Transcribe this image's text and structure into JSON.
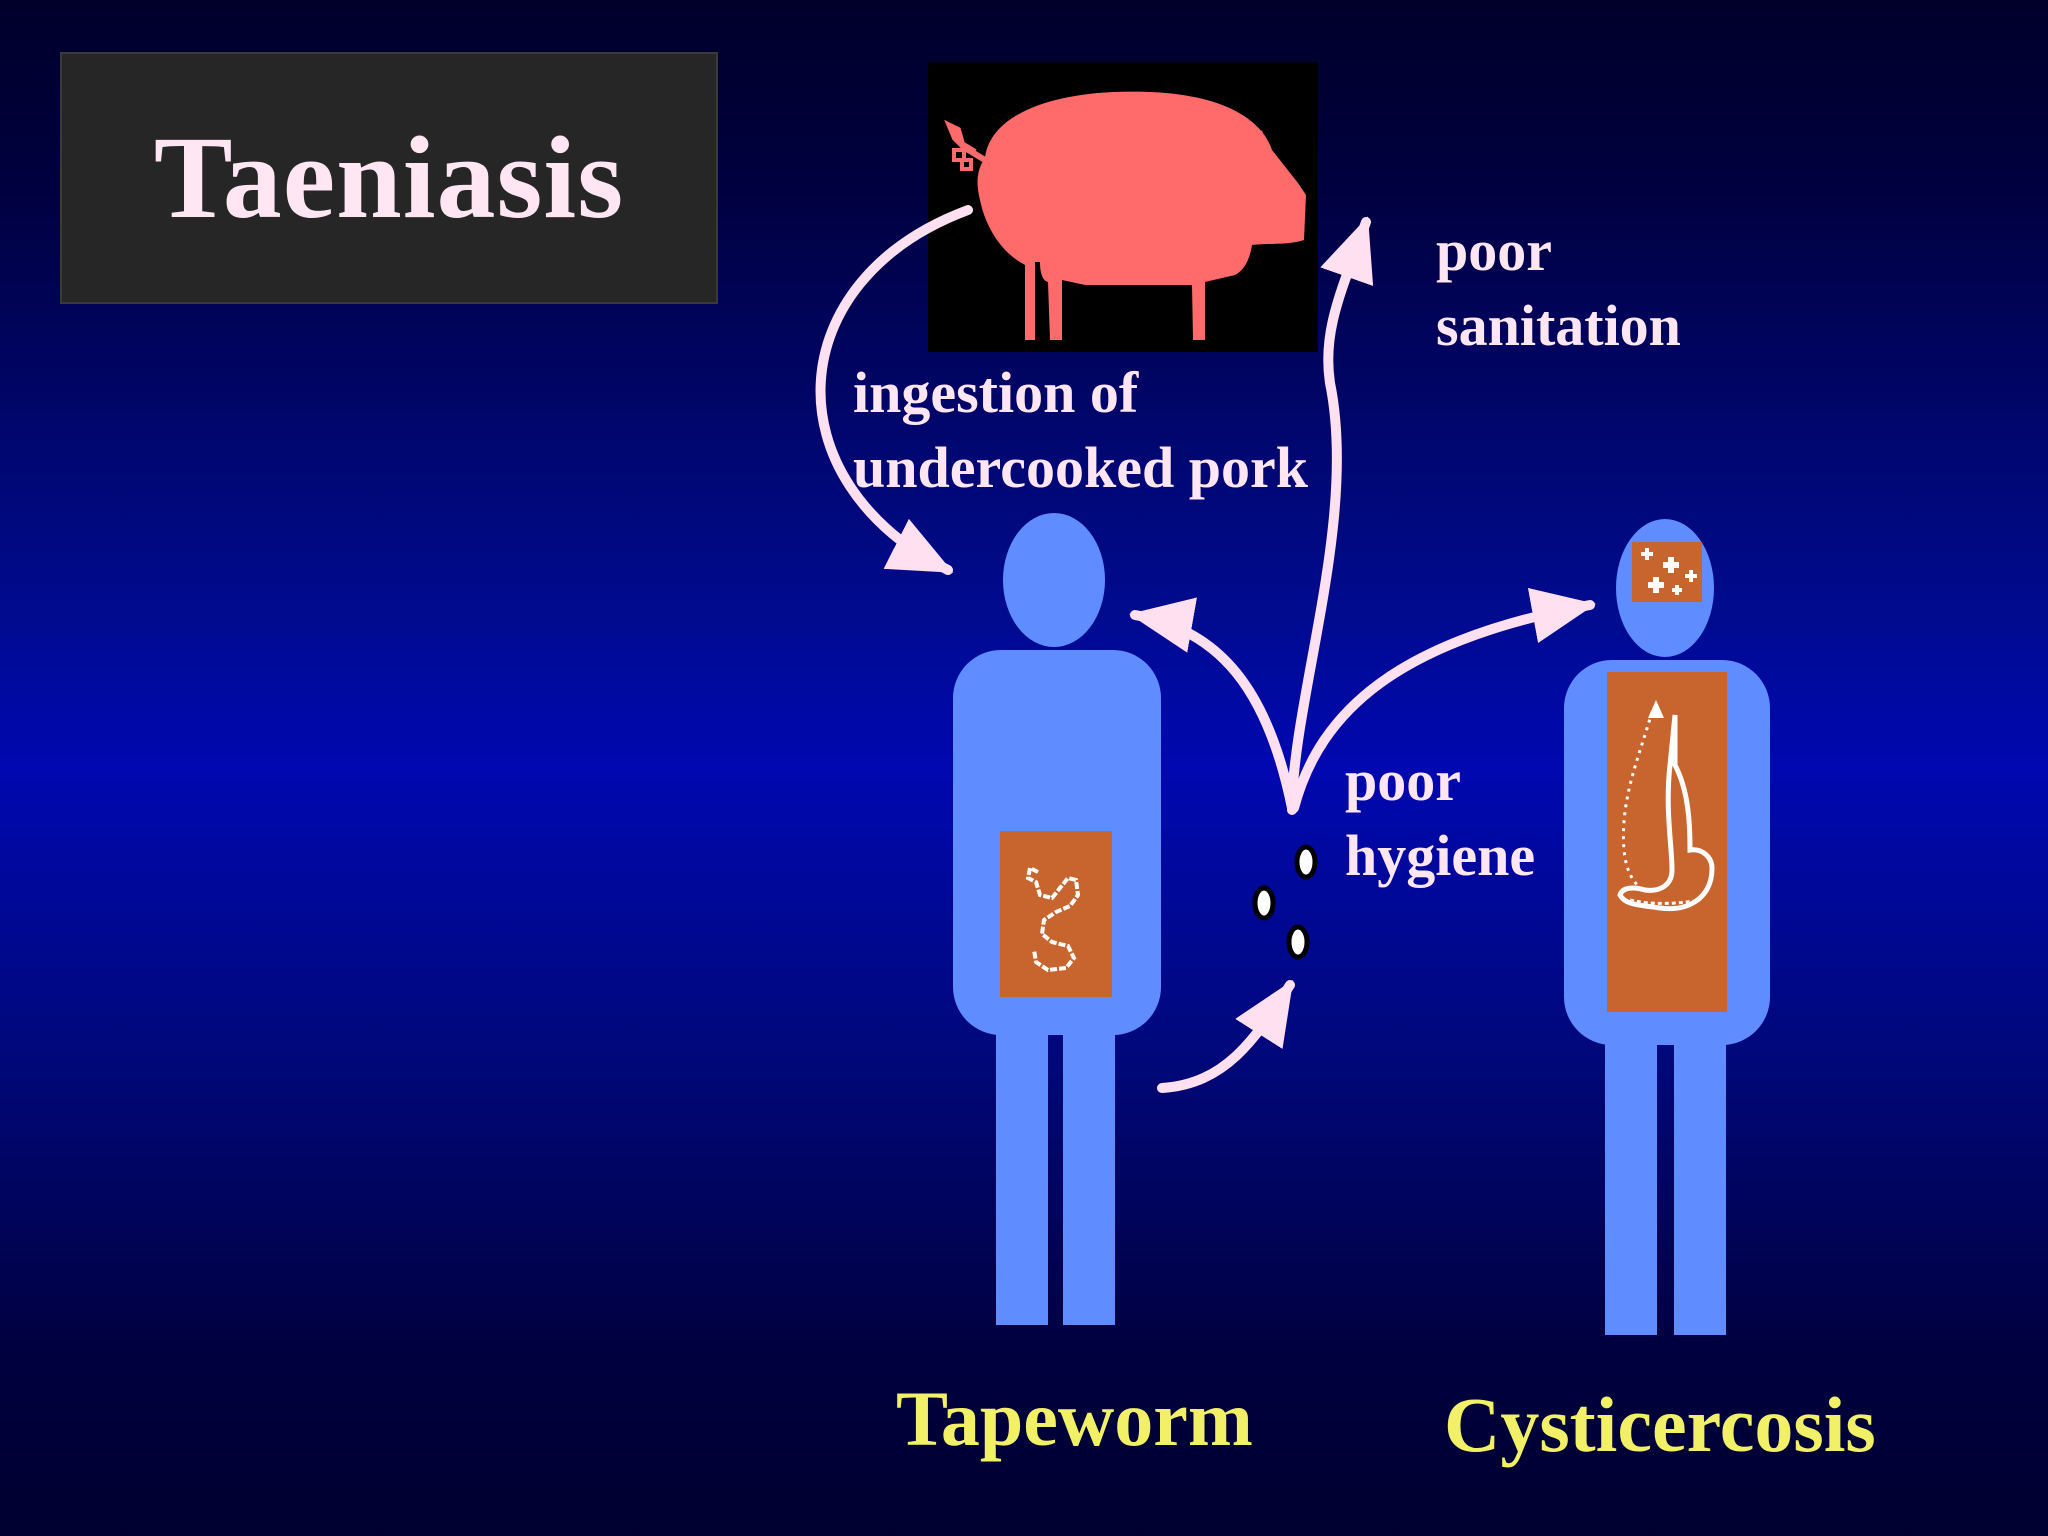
{
  "title": "Taeniasis",
  "labels": {
    "ingestion": [
      "ingestion of",
      "undercooked pork"
    ],
    "sanitation": [
      "poor",
      "sanitation"
    ],
    "hygiene": [
      "poor",
      "hygiene"
    ]
  },
  "captions": {
    "left_figure": "Tapeworm",
    "right_figure": "Cysticercosis"
  },
  "colors": {
    "figure": "#5f8cff",
    "organ": "#c8642e",
    "pig": "#ff6b6b",
    "arrow": "#ffe0f0",
    "caption": "#f2f066"
  }
}
